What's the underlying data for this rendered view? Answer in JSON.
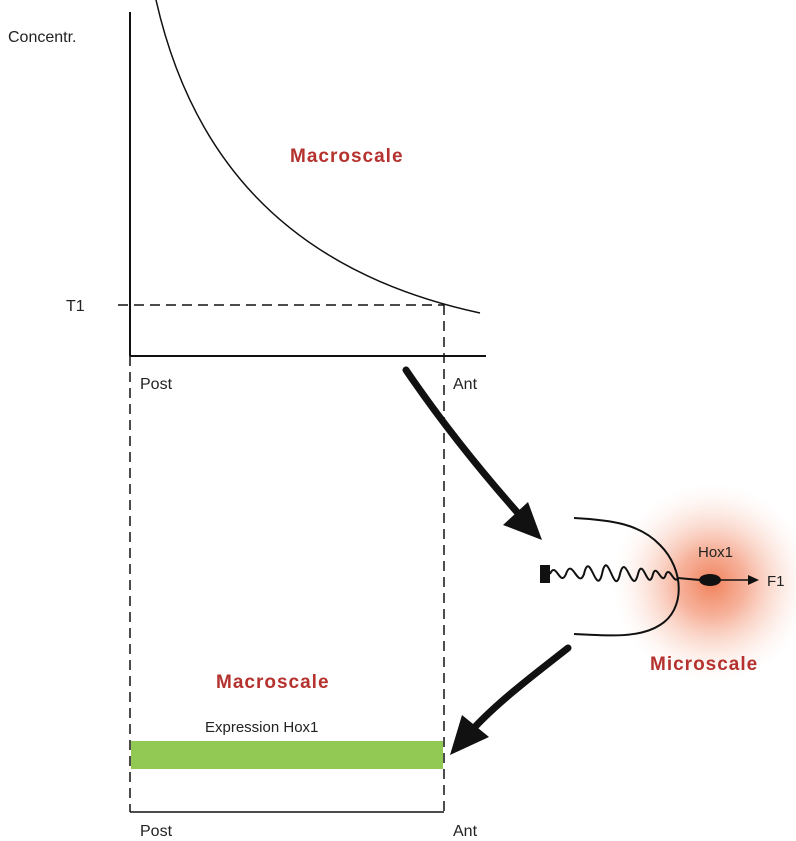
{
  "labels": {
    "y_axis": "Concentr.",
    "threshold": "T1",
    "post_top": "Post",
    "ant_top": "Ant",
    "post_bottom": "Post",
    "ant_bottom": "Ant",
    "macroscale_top": "Macroscale",
    "macroscale_bottom": "Macroscale",
    "microscale": "Microscale",
    "expression": "Expression Hox1",
    "gene": "Hox1",
    "output": "F1"
  },
  "colors": {
    "accent_red": "#b5322e",
    "expression_bar": "#92c955",
    "glow": "#f07a52",
    "line": "#111111"
  }
}
